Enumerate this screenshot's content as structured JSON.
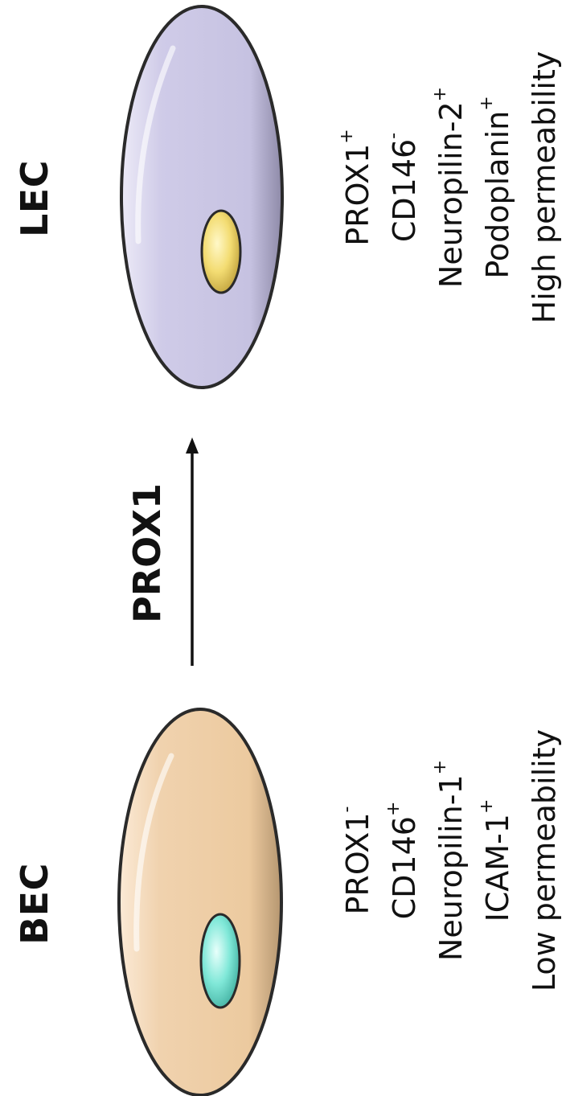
{
  "lec": {
    "label": "LEC",
    "markers": [
      {
        "name": "PROX1",
        "sign": "+"
      },
      {
        "name": "CD146",
        "sign": "-"
      },
      {
        "name": "Neuropilin-2",
        "sign": "+"
      },
      {
        "name": "Podoplanin",
        "sign": "+"
      },
      {
        "name": "High permeability",
        "sign": ""
      }
    ]
  },
  "transition": {
    "label": "PROX1"
  },
  "bec": {
    "label": "BEC",
    "markers": [
      {
        "name": "PROX1",
        "sign": "-"
      },
      {
        "name": "CD146",
        "sign": "+"
      },
      {
        "name": "Neuropilin-1",
        "sign": "+"
      },
      {
        "name": "ICAM-1",
        "sign": "+"
      },
      {
        "name": "Low permeability",
        "sign": ""
      }
    ]
  },
  "colors": {
    "lec_cell": "#c9c5e3",
    "lec_nucleus": "#f3dc72",
    "bec_cell": "#efcfaa",
    "bec_nucleus": "#7fe8d8",
    "outline": "#2a2a2a"
  }
}
